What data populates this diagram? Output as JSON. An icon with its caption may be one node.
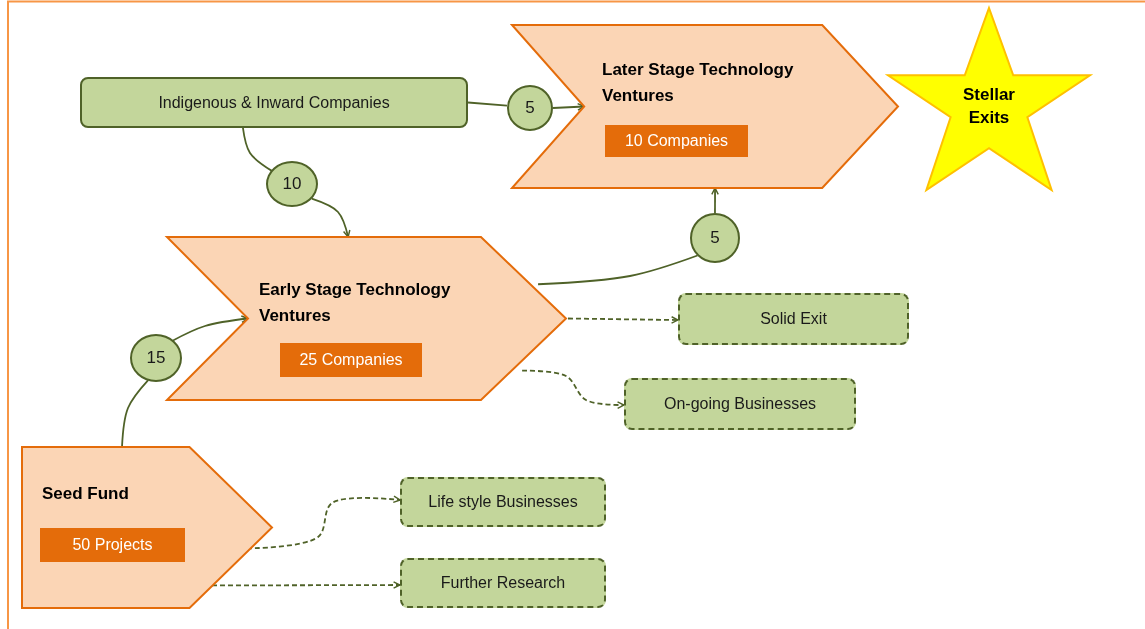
{
  "diagram": {
    "nodes": [
      {
        "text": [
          "Later Stage Technology Ventures"
        ]
      },
      {
        "text": [
          "10 Companies"
        ],
        "in": 0
      },
      {
        "text": [
          "Stellar Exits"
        ]
      },
      {
        "text": [
          "Indigenous & Inward Companies"
        ]
      },
      {
        "text": [
          "5"
        ]
      },
      {
        "text": [
          "10"
        ]
      },
      {
        "text": [
          "5"
        ]
      },
      {
        "text": [
          "Early Stage Technology Ventures"
        ]
      },
      {
        "text": [
          "25 Companies"
        ],
        "in": 7
      },
      {
        "text": [
          "Solid Exit"
        ]
      },
      {
        "text": [
          "15"
        ]
      },
      {
        "text": [
          "On-going Businesses"
        ]
      },
      {
        "text": [
          "Seed Fund"
        ]
      },
      {
        "text": [
          "50 Projects"
        ],
        "in": 12
      },
      {
        "text": [
          "Life style Businesses"
        ]
      },
      {
        "text": [
          "Further Research"
        ]
      }
    ],
    "edges": [
      {
        "from": 3,
        "to": 4,
        "arrow": "none"
      },
      {
        "from": 4,
        "to": 0,
        "arrow": "to"
      },
      {
        "from": 3,
        "to": 5,
        "arrow": "none"
      },
      {
        "from": 5,
        "to": 7,
        "arrow": "to"
      },
      {
        "from": 12,
        "to": 10,
        "arrow": "none"
      },
      {
        "from": 10,
        "to": 7,
        "arrow": "to"
      },
      {
        "from": 7,
        "to": 6,
        "arrow": "none"
      },
      {
        "from": 6,
        "to": 0,
        "arrow": "to"
      },
      {
        "from": 7,
        "to": 9,
        "arrow": "to",
        "style": "dashed"
      },
      {
        "from": 7,
        "to": 11,
        "arrow": "to",
        "style": "dashed"
      },
      {
        "from": 12,
        "to": 14,
        "arrow": "to",
        "style": "dashed"
      },
      {
        "from": 12,
        "to": 15,
        "arrow": "to",
        "style": "dashed"
      }
    ]
  }
}
